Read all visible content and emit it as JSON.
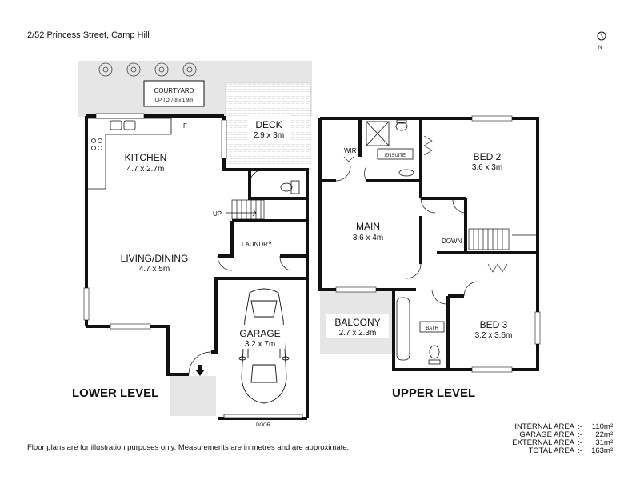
{
  "address": "2/52 Princess Street, Camp Hill",
  "compass": {
    "label": "N"
  },
  "lower_level": {
    "heading": "LOWER LEVEL",
    "courtyard": {
      "name": "COURTYARD",
      "dims": "UP TO 7.8 x 1.9m"
    },
    "deck": {
      "name": "DECK",
      "dims": "2.9 x 3m"
    },
    "kitchen": {
      "name": "KITCHEN",
      "dims": "4.7 x 2.7m"
    },
    "fridge_label": "F",
    "up_label": "UP",
    "laundry_label": "LAUNDRY",
    "living": {
      "name": "LIVING/DINING",
      "dims": "4.7 x 5m"
    },
    "garage": {
      "name": "GARAGE",
      "dims": "3.2 x 7m"
    },
    "door_label": "DOOR"
  },
  "upper_level": {
    "heading": "UPPER LEVEL",
    "wir_label": "WIR",
    "ensuite_label": "ENSUITE",
    "bed2": {
      "name": "BED 2",
      "dims": "3.6 x 3m"
    },
    "main": {
      "name": "MAIN",
      "dims": "3.6 x 4m"
    },
    "down_label": "DOWN",
    "balcony": {
      "name": "BALCONY",
      "dims": "2.7 x 2.3m"
    },
    "bath_label": "BATH",
    "bed3": {
      "name": "BED 3",
      "dims": "3.2 x 3.6m"
    }
  },
  "areas": [
    {
      "label": "INTERNAL AREA",
      "sep": ":-",
      "value": "110m²"
    },
    {
      "label": "GARAGE AREA",
      "sep": ":-",
      "value": "22m²"
    },
    {
      "label": "EXTERNAL AREA",
      "sep": ":-",
      "value": "31m²"
    },
    {
      "label": "TOTAL AREA",
      "sep": ":-",
      "value": "163m²"
    }
  ],
  "disclaimer": "Floor plans are for illustration purposes only. Measurements are in metres and are approximate.",
  "colors": {
    "wall": "#111111",
    "external_fill": "#e6e6e6",
    "paper": "#ffffff"
  }
}
